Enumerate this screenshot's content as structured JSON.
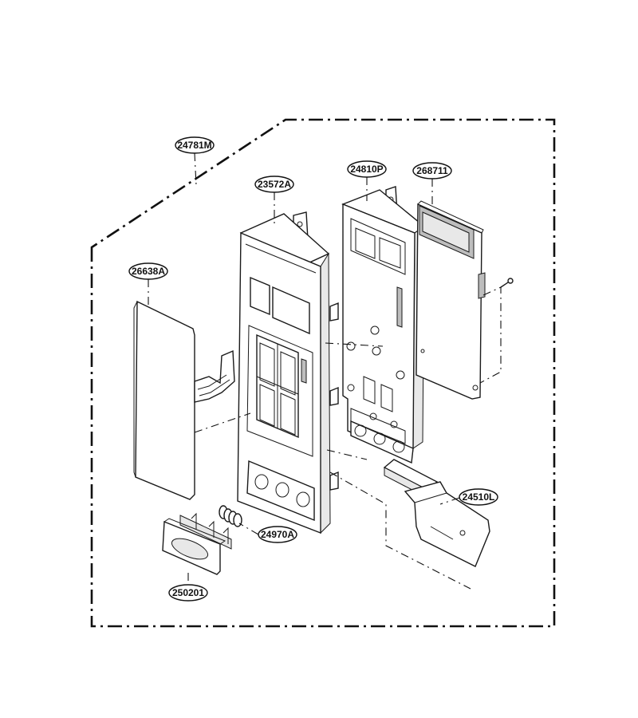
{
  "labels": {
    "assembly": "24781M",
    "front_panel": "23572A",
    "pcb_bracket": "24810P",
    "control_pcb": "268711",
    "membrane_switch": "26638A",
    "latch_lever": "24510L",
    "spring": "24970A",
    "door_button": "250201"
  },
  "colors": {
    "ink": "#1a1a1a",
    "background": "#ffffff",
    "fill_light": "#e8e8e8"
  }
}
